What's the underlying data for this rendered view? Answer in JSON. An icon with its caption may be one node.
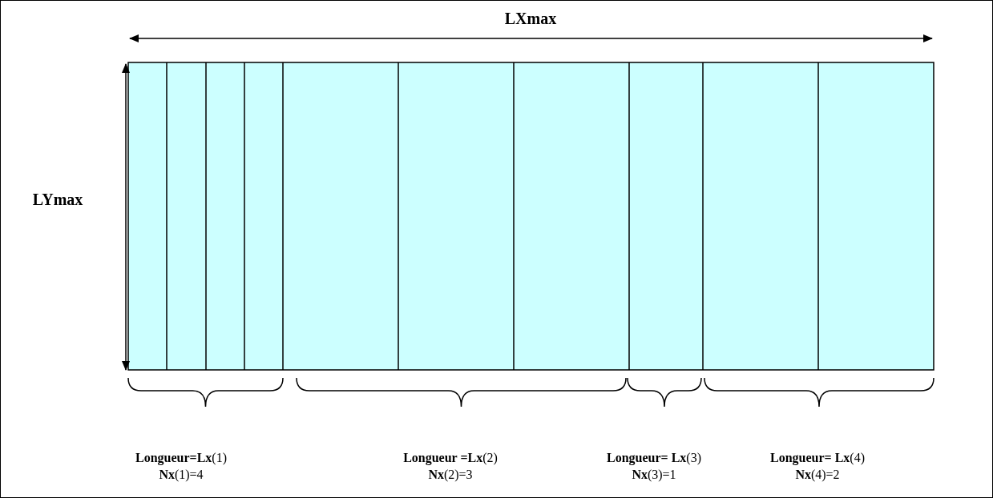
{
  "diagram": {
    "labels": [
      "LXmax",
      "LYmax",
      "**Longueur=Lx**(1)",
      "**Longueur =Lx**(2)",
      "**Longueur= Lx**(3)",
      "**Longueur= Lx**(4)",
      "**Nx**(1)=4",
      "**Nx**(2)=3",
      "**Nx**(3)=1",
      "**Nx**(4)=2"
    ]
  }
}
